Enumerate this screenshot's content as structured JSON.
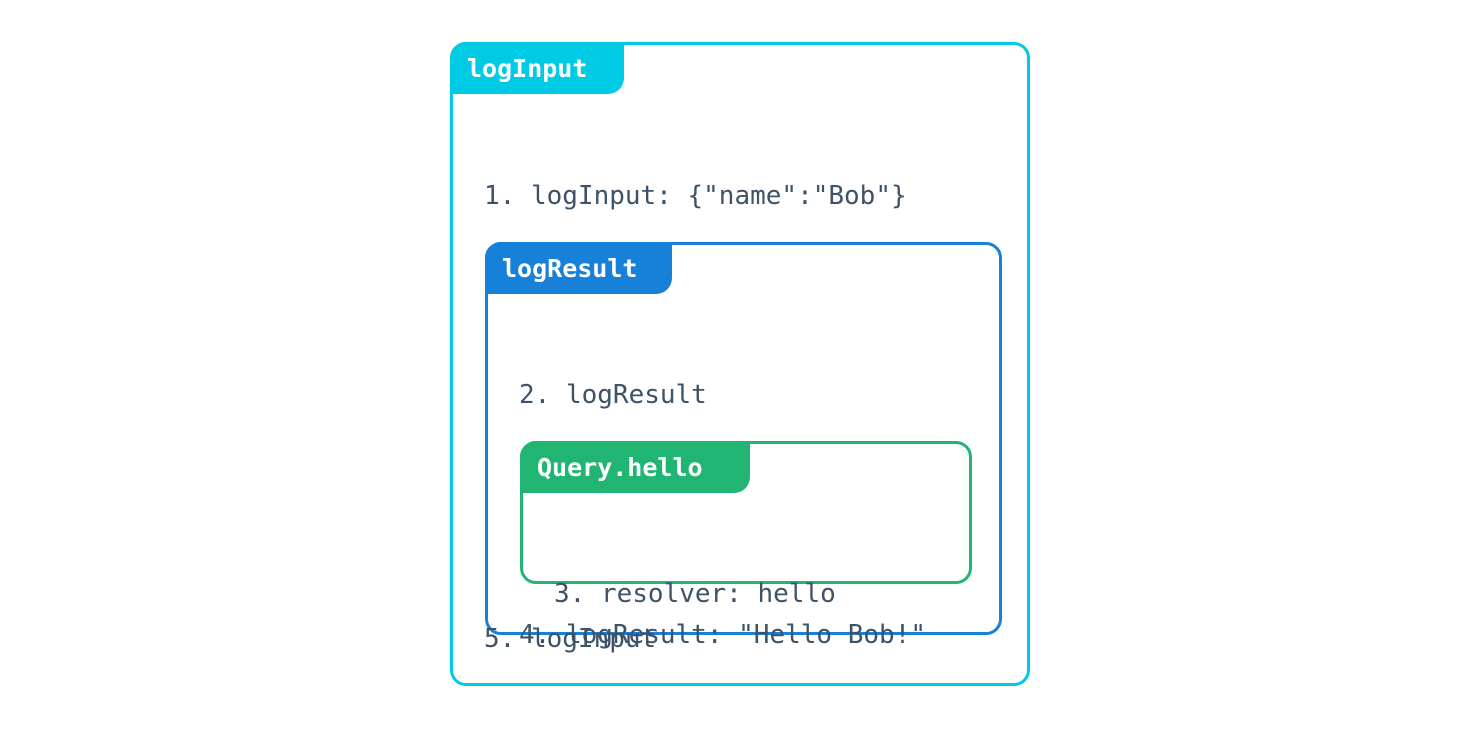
{
  "diagram": {
    "type": "nested-execution-trace",
    "background_color": "#ffffff",
    "text_color": "#3e5367",
    "boxes": [
      {
        "id": "logInput",
        "label": "logInput",
        "accent_color": "#00cbe4",
        "level": 0
      },
      {
        "id": "logResult",
        "label": "logResult",
        "accent_color": "#1780d8",
        "level": 1
      },
      {
        "id": "Query.hello",
        "label": "Query.hello",
        "accent_color": "#21b573",
        "level": 2
      }
    ],
    "lines": {
      "line1": "1. logInput: {\"name\":\"Bob\"}",
      "line2": "2. logResult",
      "line3": "3. resolver: hello",
      "line4": "4. logResult: \"Hello Bob!\"",
      "line5": "5. logInput"
    }
  }
}
